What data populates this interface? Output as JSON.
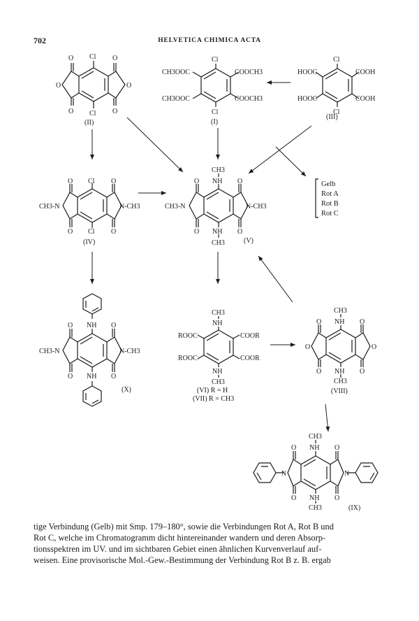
{
  "header": {
    "page_number": "702",
    "journal": "HELVETICA CHIMICA ACTA"
  },
  "compounds": {
    "I": {
      "label": "(I)",
      "subs": [
        "CH3OOC",
        "COOCH3",
        "CH3OOC",
        "COOCH3"
      ],
      "ring_atoms": [
        "Cl",
        "Cl"
      ]
    },
    "II": {
      "label": "(II)",
      "ring_atoms": [
        "O",
        "Cl",
        "O",
        "O",
        "O",
        "O",
        "Cl",
        "O"
      ]
    },
    "III": {
      "label": "(III)",
      "subs": [
        "HOOC",
        "COOH",
        "HOOC",
        "COOH"
      ],
      "ring_atoms": [
        "Cl",
        "Cl"
      ]
    },
    "IV": {
      "label": "(IV)",
      "subs": [
        "CH3-N",
        "N-CH3"
      ],
      "ring_atoms": [
        "O",
        "Cl",
        "O",
        "O",
        "Cl",
        "O"
      ]
    },
    "V": {
      "label": "(V)",
      "subs": [
        "CH3-N",
        "N-CH3",
        "CH3",
        "NH",
        "NH",
        "CH3"
      ],
      "ring_atoms": [
        "O",
        "O",
        "O",
        "O"
      ]
    },
    "VI_VII": {
      "label_vi": "(VI)  R = H",
      "label_vii": "(VII)  R = CH3",
      "subs": [
        "ROOC",
        "COOR",
        "ROOC",
        "COOR",
        "CH3",
        "NH",
        "NH",
        "CH3"
      ]
    },
    "VIII": {
      "label": "(VIII)",
      "subs": [
        "CH3",
        "NH",
        "NH",
        "CH3"
      ],
      "ring_atoms": [
        "O",
        "O",
        "O",
        "O",
        "O",
        "O"
      ]
    },
    "IX": {
      "label": "(IX)",
      "subs": [
        "CH3",
        "NH",
        "NH",
        "CH3",
        "N",
        "N"
      ],
      "ring_atoms": [
        "O",
        "O",
        "O",
        "O"
      ]
    },
    "X": {
      "label": "(X)",
      "subs": [
        "CH3-N",
        "N-CH3",
        "NH",
        "NH"
      ],
      "ring_atoms": [
        "O",
        "O",
        "O",
        "O"
      ]
    }
  },
  "products": [
    "Gelb",
    "Rot A",
    "Rot B",
    "Rot C"
  ],
  "body_lines": [
    "tige Verbindung (Gelb) mit Smp. 179–180°, sowie die Verbindungen Rot A, Rot B und",
    "Rot C, welche im Chromatogramm dicht hintereinander wandern und deren Absorp-",
    "tionsspektren im UV. und im sichtbaren Gebiet einen ähnlichen Kurvenverlauf auf-",
    "weisen. Eine provisorische Mol.-Gew.-Bestimmung der Verbindung Rot B z. B. ergab"
  ]
}
